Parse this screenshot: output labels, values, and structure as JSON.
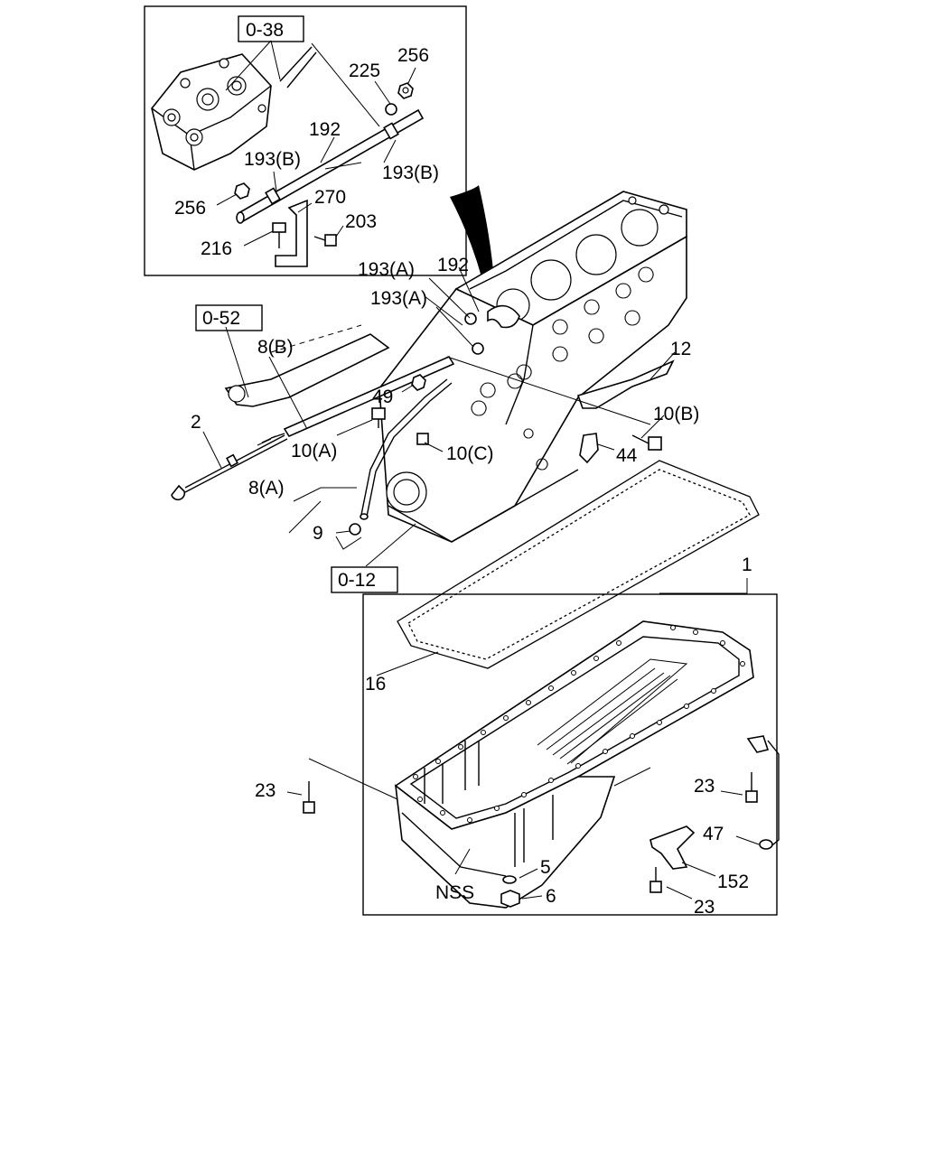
{
  "labels": {
    "ref_0_38": "0-38",
    "ref_0_52": "0-52",
    "ref_0_12": "0-12",
    "p225": "225",
    "p256_top": "256",
    "p192_inset": "192",
    "p193b_left": "193(B)",
    "p193b_right": "193(B)",
    "p256_left": "256",
    "p270": "270",
    "p203": "203",
    "p216": "216",
    "p193a_top": "193(A)",
    "p192_main": "192",
    "p193a_mid": "193(A)",
    "p8b": "8(B)",
    "p12": "12",
    "p49": "49",
    "p10b": "10(B)",
    "p2": "2",
    "p10a": "10(A)",
    "p10c": "10(C)",
    "p44": "44",
    "p8a": "8(A)",
    "p9": "9",
    "p1": "1",
    "p16": "16",
    "p23_left": "23",
    "p23_right": "23",
    "p47": "47",
    "p5": "5",
    "p152": "152",
    "nss": "NSS",
    "p6": "6",
    "p23_bottom": "23"
  }
}
